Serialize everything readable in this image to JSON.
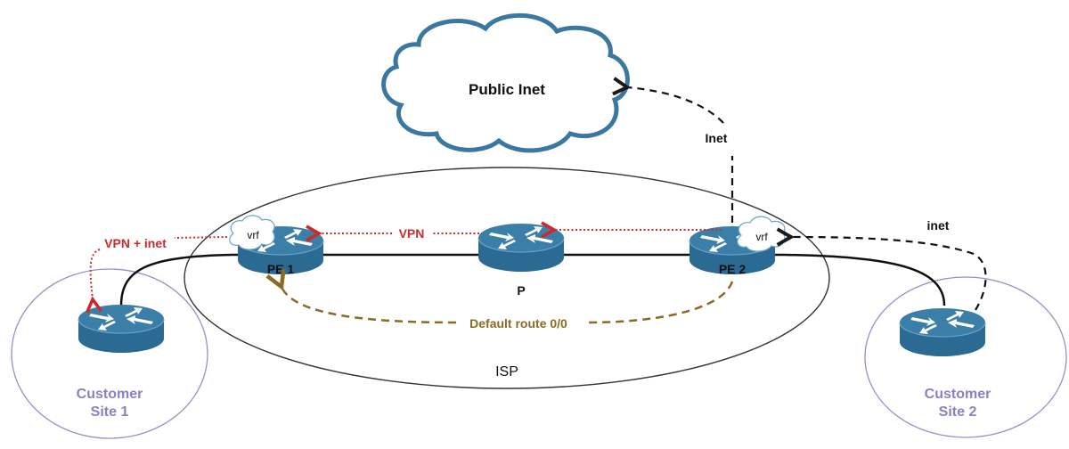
{
  "colors": {
    "router": "#2e6e96",
    "router_top": "#3a82ad",
    "cloud_stroke": "#3a78a2",
    "vpn_red": "#cc2b2b",
    "default_route": "#8a6a25",
    "customer_purple": "#9b8ccc",
    "customer_text": "#8c7fc6",
    "black": "#1a1a1a"
  },
  "cloud": {
    "label": "Public Inet"
  },
  "isp": {
    "label": "ISP"
  },
  "routers": {
    "pe1": {
      "label": "PE 1",
      "vrf": "vrf"
    },
    "p": {
      "label": "P"
    },
    "pe2": {
      "label": "PE 2",
      "vrf": "vrf"
    },
    "ce1": {
      "label": ""
    },
    "ce2": {
      "label": ""
    }
  },
  "sites": {
    "site1": {
      "line1": "Customer",
      "line2": "Site 1"
    },
    "site2": {
      "line1": "Customer",
      "line2": "Site 2"
    }
  },
  "flows": {
    "vpn": "VPN",
    "vpn_inet": "VPN + inet",
    "default_route": "Default route 0/0",
    "inet_upper": "Inet",
    "inet_lower": "inet"
  }
}
